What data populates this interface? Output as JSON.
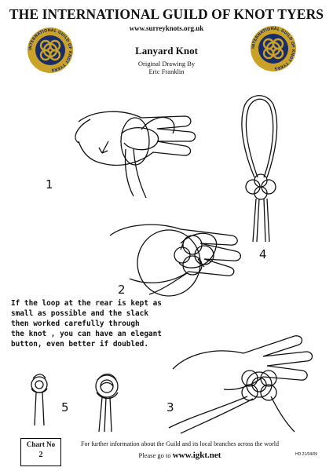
{
  "header": {
    "title": "THE INTERNATIONAL GUILD OF KNOT TYERS",
    "url": "www.surreyknots.org.uk",
    "logo_text": "INTERNATIONAL GUILD OF KNOT TYERS"
  },
  "diagram": {
    "knot_name": "Lanyard Knot",
    "credit_line1": "Original Drawing By",
    "credit_line2": "Eric Franklin",
    "steps": [
      "1",
      "2",
      "3",
      "4",
      "5"
    ],
    "note_lines": [
      "If the loop at the rear is kept as",
      "small as possible and the slack",
      "then worked carefully through",
      "the knot , you can have an elegant",
      "button, even better if doubled."
    ]
  },
  "footer": {
    "chart_label": "Chart No",
    "chart_number": "2",
    "info_line": "For further information about the Guild and its local branches across the world",
    "goto_prefix": "Please go to",
    "goto_url": "www.igkt.net",
    "code": "HD 21/04/09"
  },
  "colors": {
    "logo_gold": "#c9a227",
    "logo_navy": "#1a2d6b",
    "ink": "#111111"
  }
}
